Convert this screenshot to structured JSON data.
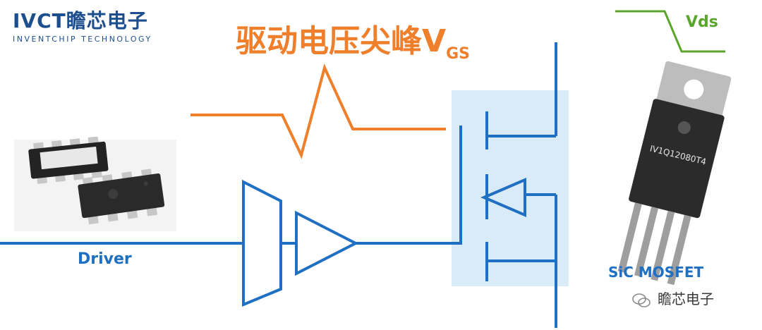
{
  "logo": {
    "main": "IVCT瞻芯电子",
    "sub": "INVENTCHIP TECHNOLOGY"
  },
  "title": {
    "main": "驱动电压尖峰V",
    "subscript": "GS"
  },
  "labels": {
    "driver": "Driver",
    "vds": "Vds",
    "mosfet": "SiC MOSFET"
  },
  "chip_marking": "IV1Q12080T4",
  "watermark": "瞻芯电子",
  "colors": {
    "circuit_blue": "#1f6fc2",
    "title_orange": "#ef7f2a",
    "vds_green": "#5aa62a",
    "highlight_box": "#d8ebf6",
    "logo_blue": "#1d4f8f"
  }
}
